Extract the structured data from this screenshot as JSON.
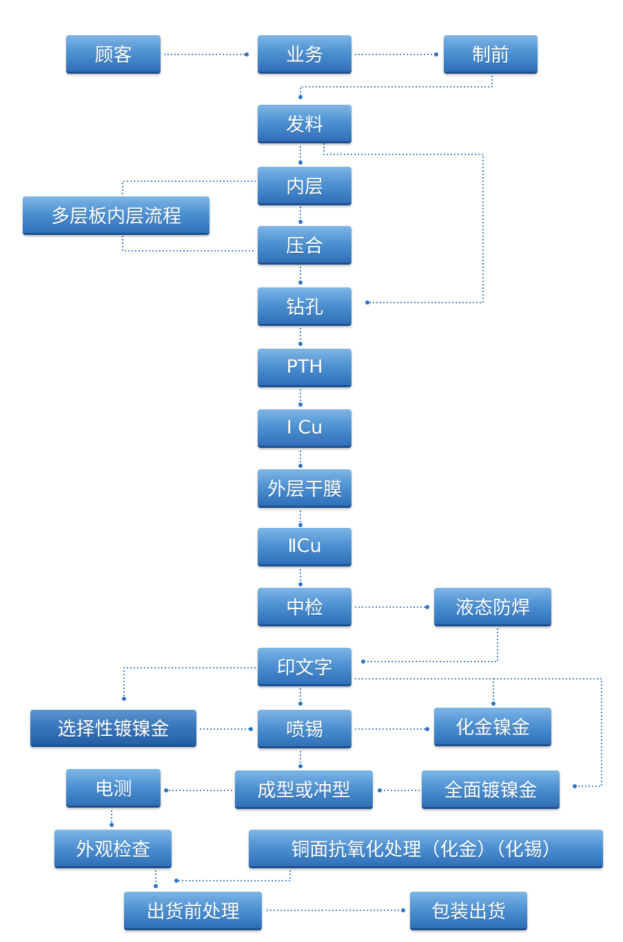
{
  "nodes": {
    "customer": "顾客",
    "sales": "业务",
    "preproduction": "制前",
    "material_issue": "发料",
    "inner_layer": "内层",
    "multilayer_inner_process": "多层板内层流程",
    "lamination": "压合",
    "drilling": "钻孔",
    "pth": "PTH",
    "copper_1": "I Cu",
    "outer_dry_film": "外层干膜",
    "copper_2": "ⅡCu",
    "mid_inspection": "中检",
    "liquid_solder_mask": "液态防焊",
    "legend_print": "印文字",
    "selective_nickel_gold": "选择性镀镍金",
    "hasl": "喷锡",
    "enig": "化金镍金",
    "electrical_test": "电测",
    "forming_punching": "成型或冲型",
    "full_nickel_gold": "全面镀镍金",
    "visual_inspection": "外观检查",
    "osp": "铜面抗氧化处理（化金）（化锡）",
    "pre_shipment": "出货前处理",
    "packing_shipping": "包装出货"
  },
  "colors": {
    "box_top": "#7fb6e6",
    "box_bottom": "#2f6fb8",
    "connector": "#2b73c4",
    "text": "#ffffff"
  }
}
